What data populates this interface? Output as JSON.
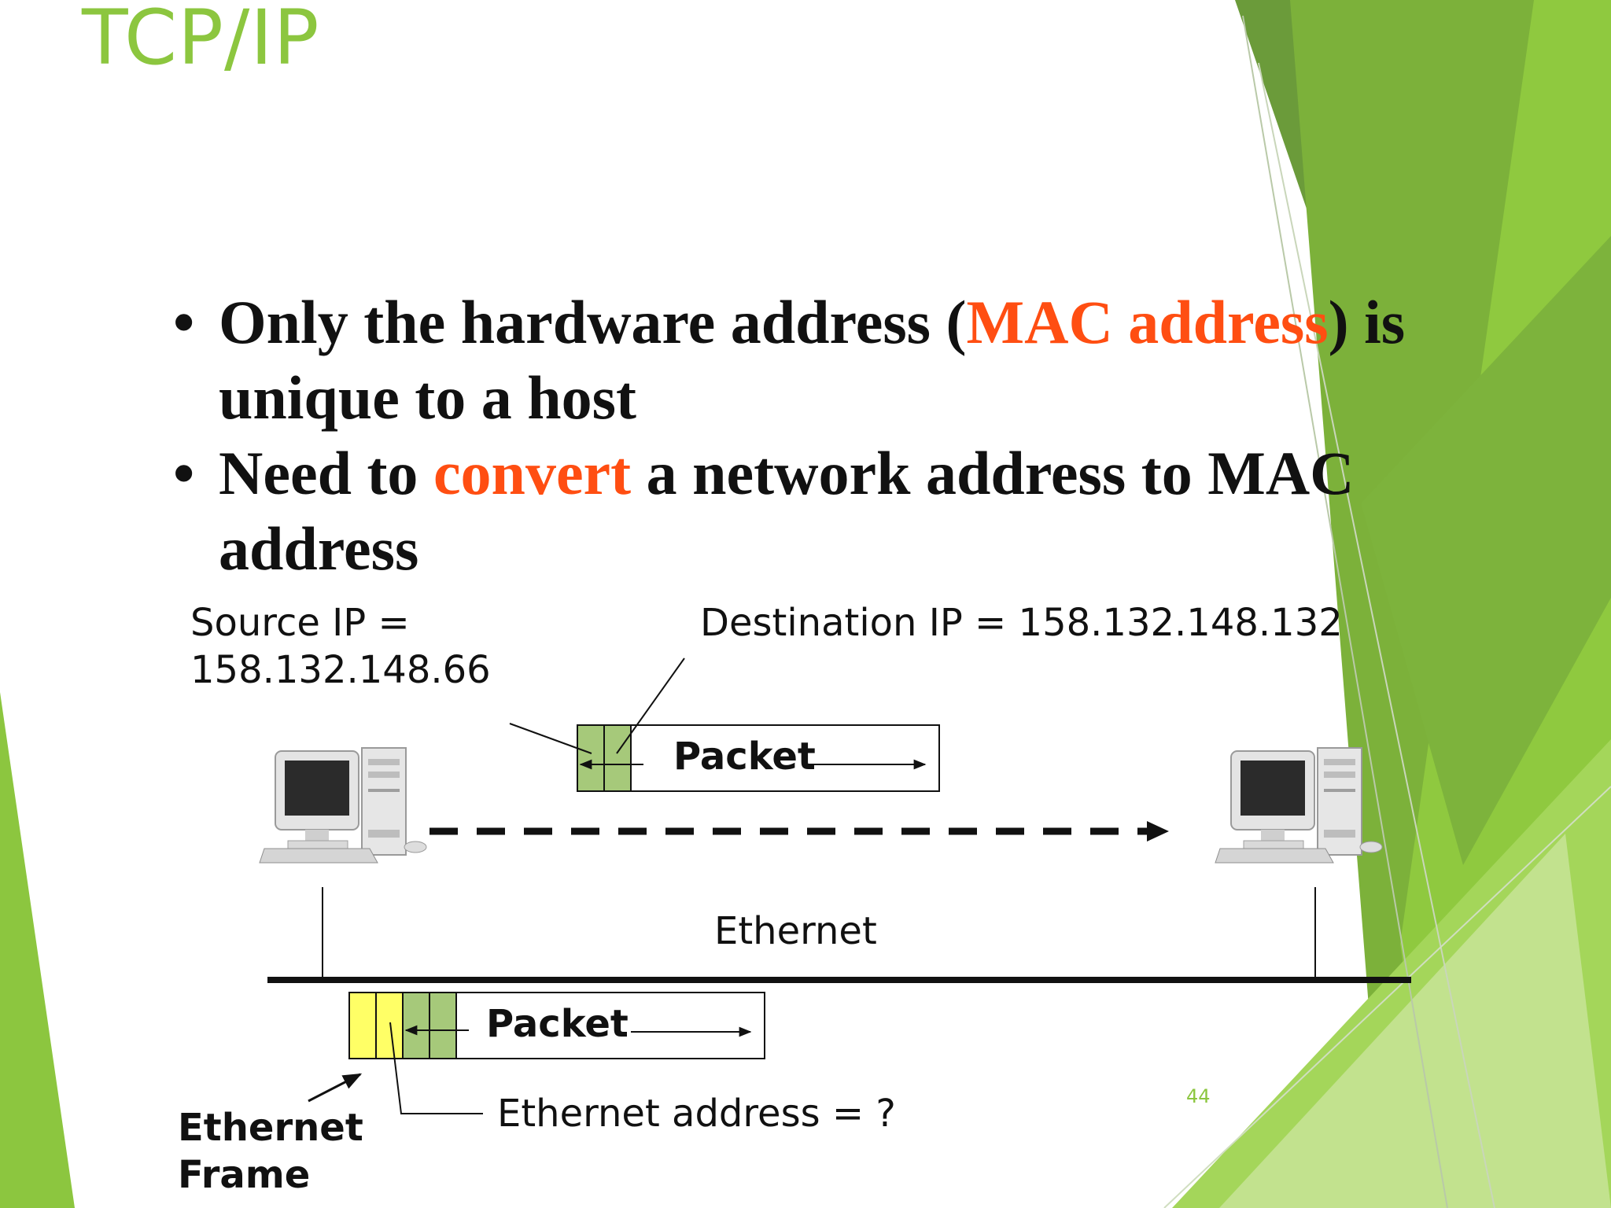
{
  "slide": {
    "title": "TCP/IP",
    "page_number": "44",
    "bullets": [
      {
        "marker": "•",
        "before": "Only the hardware address (",
        "highlight": "MAC address",
        "after": ") is unique to a host"
      },
      {
        "marker": "•",
        "before": "Need to ",
        "highlight": "convert",
        "after": " a network address to MAC address"
      }
    ]
  },
  "diagram": {
    "source_ip_label": "Source IP =",
    "source_ip_value": "158.132.148.66",
    "destination_ip_label": "Destination IP = 158.132.148.132",
    "top_packet_label": "Packet",
    "bottom_packet_label": "Packet",
    "network_label": "Ethernet",
    "ethernet_address_label": "Ethernet address = ?",
    "frame_label_line1": "Ethernet",
    "frame_label_line2": "Frame"
  },
  "colors": {
    "accent_green": "#8CC63F",
    "dark_green": "#5A8F2E",
    "highlight_orange": "#FF4E12",
    "ip_header_green": "#A6C97A",
    "mac_header_yellow": "#FFFF66"
  },
  "icons": [
    "desktop-computer-icon"
  ]
}
